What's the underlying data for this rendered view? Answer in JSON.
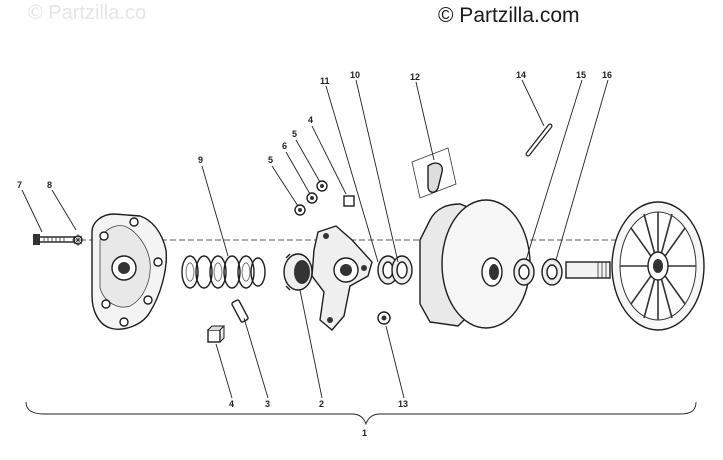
{
  "watermark": {
    "main": "© Partzilla.com",
    "faint": "© Partzilla.co"
  },
  "callouts": [
    {
      "id": "c7",
      "text": "7"
    },
    {
      "id": "c8",
      "text": "8"
    },
    {
      "id": "c9",
      "text": "9"
    },
    {
      "id": "c5a",
      "text": "5"
    },
    {
      "id": "c6",
      "text": "6"
    },
    {
      "id": "c5b",
      "text": "5"
    },
    {
      "id": "c4a",
      "text": "4"
    },
    {
      "id": "c11",
      "text": "11"
    },
    {
      "id": "c10",
      "text": "10"
    },
    {
      "id": "c12",
      "text": "12"
    },
    {
      "id": "c14",
      "text": "14"
    },
    {
      "id": "c15",
      "text": "15"
    },
    {
      "id": "c16",
      "text": "16"
    },
    {
      "id": "c4b",
      "text": "4"
    },
    {
      "id": "c3",
      "text": "3"
    },
    {
      "id": "c2",
      "text": "2"
    },
    {
      "id": "c13",
      "text": "13"
    },
    {
      "id": "c1",
      "text": "1"
    }
  ]
}
